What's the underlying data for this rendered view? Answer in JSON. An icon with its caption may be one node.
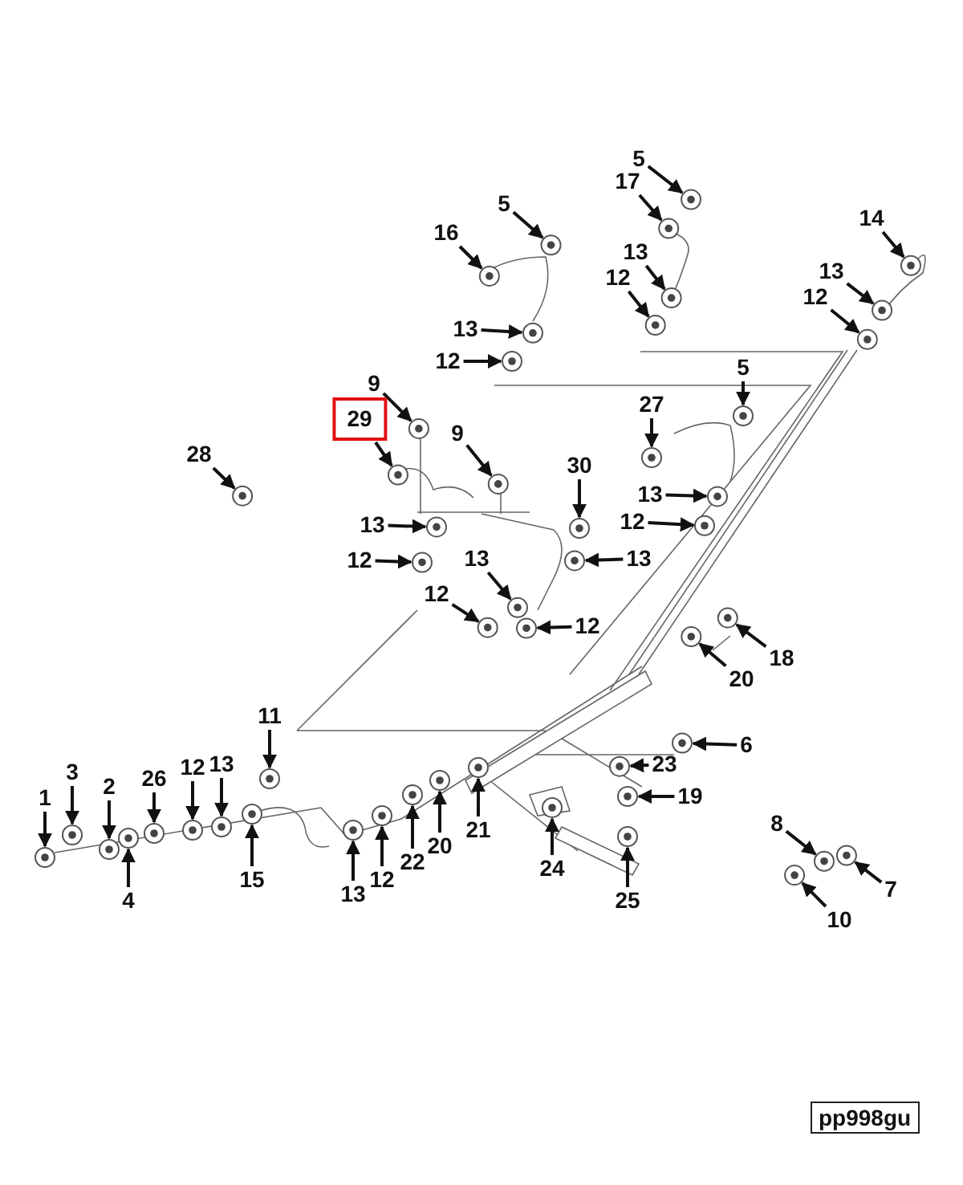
{
  "diagram": {
    "nodes": [
      {
        "text": [
          "5"
        ]
      },
      {
        "text": [
          "17"
        ]
      },
      {
        "text": [
          "5"
        ]
      },
      {
        "text": [
          "14"
        ]
      },
      {
        "text": [
          "16"
        ]
      },
      {
        "text": [
          "13"
        ]
      },
      {
        "text": [
          "13"
        ]
      },
      {
        "text": [
          "12"
        ]
      },
      {
        "text": [
          "12"
        ]
      },
      {
        "text": [
          "13"
        ]
      },
      {
        "text": [
          "12"
        ]
      },
      {
        "text": [
          "5"
        ]
      },
      {
        "text": [
          "9"
        ]
      },
      {
        "text": [
          "27"
        ]
      },
      {
        "text": [
          "29"
        ]
      },
      {
        "text": [
          "9"
        ]
      },
      {
        "text": [
          "28"
        ]
      },
      {
        "text": [
          "30"
        ]
      },
      {
        "text": [
          "13"
        ]
      },
      {
        "text": [
          "12"
        ]
      },
      {
        "text": [
          "13"
        ]
      },
      {
        "text": [
          "13"
        ]
      },
      {
        "text": [
          "13"
        ]
      },
      {
        "text": [
          "12"
        ]
      },
      {
        "text": [
          "12"
        ]
      },
      {
        "text": [
          "12"
        ]
      },
      {
        "text": [
          "18"
        ]
      },
      {
        "text": [
          "20"
        ]
      },
      {
        "text": [
          "11"
        ]
      },
      {
        "text": [
          "6"
        ]
      },
      {
        "text": [
          "23"
        ]
      },
      {
        "text": [
          "13"
        ]
      },
      {
        "text": [
          "12"
        ]
      },
      {
        "text": [
          "3"
        ]
      },
      {
        "text": [
          "26"
        ]
      },
      {
        "text": [
          "2"
        ]
      },
      {
        "text": [
          "19"
        ]
      },
      {
        "text": [
          "1"
        ]
      },
      {
        "text": [
          "8"
        ]
      },
      {
        "text": [
          "21"
        ]
      },
      {
        "text": [
          "20"
        ]
      },
      {
        "text": [
          "22"
        ]
      },
      {
        "text": [
          "24"
        ]
      },
      {
        "text": [
          "15"
        ]
      },
      {
        "text": [
          "12"
        ]
      },
      {
        "text": [
          "7"
        ]
      },
      {
        "text": [
          "13"
        ]
      },
      {
        "text": [
          "4"
        ]
      },
      {
        "text": [
          "25"
        ]
      },
      {
        "text": [
          "10"
        ]
      },
      {
        "text": [],
        "shape": "picture"
      },
      {
        "text": [],
        "shape": "picture"
      },
      {
        "text": [],
        "shape": "picture"
      },
      {
        "text": [],
        "shape": "picture"
      },
      {
        "text": [],
        "shape": "picture"
      },
      {
        "text": [],
        "shape": "picture"
      },
      {
        "text": [],
        "shape": "picture"
      },
      {
        "text": [],
        "shape": "picture"
      },
      {
        "text": [],
        "shape": "picture"
      },
      {
        "text": [],
        "shape": "picture"
      },
      {
        "text": [],
        "shape": "picture"
      },
      {
        "text": [],
        "shape": "picture"
      },
      {
        "text": [],
        "shape": "picture"
      },
      {
        "text": [],
        "shape": "picture"
      },
      {
        "text": [],
        "shape": "picture"
      },
      {
        "text": [],
        "shape": "picture"
      },
      {
        "text": [],
        "shape": "picture"
      },
      {
        "text": [],
        "shape": "picture"
      },
      {
        "text": [],
        "shape": "picture"
      },
      {
        "text": [],
        "shape": "picture"
      },
      {
        "text": [],
        "shape": "picture"
      },
      {
        "text": [],
        "shape": "picture"
      },
      {
        "text": [],
        "shape": "picture"
      },
      {
        "text": [],
        "shape": "picture"
      },
      {
        "text": [],
        "shape": "picture"
      },
      {
        "text": [],
        "shape": "picture"
      },
      {
        "text": [],
        "shape": "picture"
      },
      {
        "text": [],
        "shape": "picture"
      },
      {
        "text": [],
        "shape": "picture"
      },
      {
        "text": [],
        "shape": "picture"
      },
      {
        "text": [],
        "shape": "picture"
      },
      {
        "text": [],
        "shape": "picture"
      },
      {
        "text": [],
        "shape": "picture"
      },
      {
        "text": [],
        "shape": "picture"
      },
      {
        "text": [],
        "shape": "picture"
      },
      {
        "text": [],
        "shape": "picture"
      },
      {
        "text": [],
        "shape": "picture"
      },
      {
        "text": [],
        "shape": "picture"
      },
      {
        "text": [],
        "shape": "picture"
      },
      {
        "text": [],
        "shape": "picture"
      },
      {
        "text": [],
        "shape": "picture"
      },
      {
        "text": [],
        "shape": "picture"
      },
      {
        "text": [],
        "shape": "picture"
      },
      {
        "text": [],
        "shape": "picture"
      },
      {
        "text": [],
        "shape": "picture"
      },
      {
        "text": [],
        "shape": "picture"
      },
      {
        "text": [],
        "shape": "picture"
      },
      {
        "text": [],
        "shape": "picture"
      },
      {
        "text": [],
        "shape": "picture"
      },
      {
        "text": [],
        "shape": "picture"
      }
    ],
    "edges": [
      {
        "from": 0,
        "to": 50,
        "arrow": "to"
      },
      {
        "from": 1,
        "to": 51,
        "arrow": "to"
      },
      {
        "from": 2,
        "to": 52,
        "arrow": "to"
      },
      {
        "from": 3,
        "to": 53,
        "arrow": "to"
      },
      {
        "from": 4,
        "to": 54,
        "arrow": "to"
      },
      {
        "from": 5,
        "to": 55,
        "arrow": "to"
      },
      {
        "from": 6,
        "to": 56,
        "arrow": "to"
      },
      {
        "from": 7,
        "to": 57,
        "arrow": "to"
      },
      {
        "from": 8,
        "to": 58,
        "arrow": "to"
      },
      {
        "from": 9,
        "to": 59,
        "arrow": "to"
      },
      {
        "from": 10,
        "to": 60,
        "arrow": "to"
      },
      {
        "from": 11,
        "to": 61,
        "arrow": "to"
      },
      {
        "from": 12,
        "to": 62,
        "arrow": "to"
      },
      {
        "from": 13,
        "to": 63,
        "arrow": "to"
      },
      {
        "from": 14,
        "to": 64,
        "arrow": "to"
      },
      {
        "from": 15,
        "to": 65,
        "arrow": "to"
      },
      {
        "from": 16,
        "to": 66,
        "arrow": "to"
      },
      {
        "from": 17,
        "to": 67,
        "arrow": "to"
      },
      {
        "from": 18,
        "to": 68,
        "arrow": "to"
      },
      {
        "from": 19,
        "to": 69,
        "arrow": "to"
      },
      {
        "from": 20,
        "to": 70,
        "arrow": "to"
      },
      {
        "from": 21,
        "to": 71,
        "arrow": "to"
      },
      {
        "from": 22,
        "to": 72,
        "arrow": "to"
      },
      {
        "from": 23,
        "to": 73,
        "arrow": "to"
      },
      {
        "from": 24,
        "to": 74,
        "arrow": "to"
      },
      {
        "from": 25,
        "to": 75,
        "arrow": "to"
      },
      {
        "from": 26,
        "to": 76,
        "arrow": "to"
      },
      {
        "from": 27,
        "to": 77,
        "arrow": "to"
      },
      {
        "from": 28,
        "to": 78,
        "arrow": "to"
      },
      {
        "from": 29,
        "to": 79,
        "arrow": "to"
      },
      {
        "from": 30,
        "to": 80,
        "arrow": "to"
      },
      {
        "from": 31,
        "to": 81,
        "arrow": "to"
      },
      {
        "from": 32,
        "to": 82,
        "arrow": "to"
      },
      {
        "from": 33,
        "to": 83,
        "arrow": "to"
      },
      {
        "from": 34,
        "to": 84,
        "arrow": "to"
      },
      {
        "from": 35,
        "to": 85,
        "arrow": "to"
      },
      {
        "from": 36,
        "to": 86,
        "arrow": "to"
      },
      {
        "from": 37,
        "to": 87,
        "arrow": "to"
      },
      {
        "from": 38,
        "to": 88,
        "arrow": "to"
      },
      {
        "from": 39,
        "to": 89,
        "arrow": "to"
      },
      {
        "from": 40,
        "to": 90,
        "arrow": "to"
      },
      {
        "from": 41,
        "to": 91,
        "arrow": "to"
      },
      {
        "from": 42,
        "to": 92,
        "arrow": "to"
      },
      {
        "from": 43,
        "to": 93,
        "arrow": "to"
      },
      {
        "from": 44,
        "to": 94,
        "arrow": "to"
      },
      {
        "from": 45,
        "to": 95,
        "arrow": "to"
      },
      {
        "from": 46,
        "to": 96,
        "arrow": "to"
      },
      {
        "from": 47,
        "to": 97,
        "arrow": "to"
      },
      {
        "from": 48,
        "to": 98,
        "arrow": "to"
      },
      {
        "from": 49,
        "to": 99,
        "arrow": "to"
      }
    ],
    "labels": [
      "pp998gu"
    ]
  }
}
